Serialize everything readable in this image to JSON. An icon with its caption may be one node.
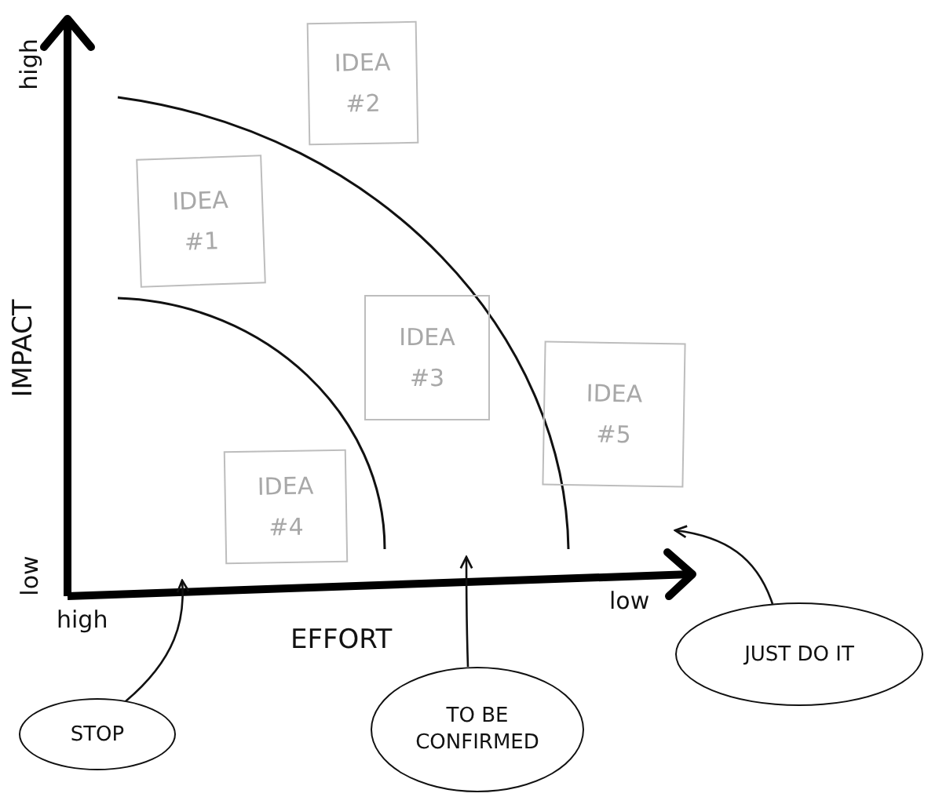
{
  "diagram": {
    "nodes": [
      {
        "text": [
          "IDEA #2"
        ]
      },
      {
        "text": [
          "IDEA #1"
        ]
      },
      {
        "text": [
          "IDEA #3"
        ]
      },
      {
        "text": [
          "IDEA #5"
        ]
      },
      {
        "text": [
          "IDEA #4"
        ]
      },
      {
        "text": [
          "STOP"
        ]
      },
      {
        "text": [
          "TO BE CONFIRMED"
        ]
      },
      {
        "text": [
          "JUST DO IT"
        ]
      }
    ],
    "edges": [
      {
        "from": 5,
        "to": null,
        "arrow": "to"
      },
      {
        "from": 6,
        "to": null,
        "arrow": "to"
      },
      {
        "from": 7,
        "to": null,
        "arrow": "to"
      }
    ],
    "labels": [
      "high",
      "IMPACT",
      "low",
      "high",
      "EFFORT",
      "low"
    ]
  }
}
